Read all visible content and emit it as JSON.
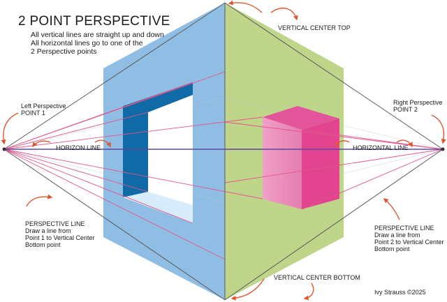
{
  "title": "2 POINT PERSPECTIVE",
  "subtitle_lines": [
    "All vertical lines are straight up and down",
    "All horizontal lines go to one of the",
    "2 Perspective points"
  ],
  "labels": {
    "vertical_center_top": "VERTICAL CENTER TOP",
    "vertical_center_bottom": "VERTICAL CENTER BOTTOM",
    "left_point": [
      "Left Perspective",
      "POINT 1"
    ],
    "right_point": [
      "Right Perspective",
      "POINT 2"
    ],
    "horizon_line": "HORIZON LINE",
    "horizontal_line": "HORIZONTAL LINE",
    "perspective_line_left": [
      "PERSPECTIVE LINE",
      "Draw a line from",
      "Point 1 to Vertical Center",
      "Bottom point"
    ],
    "perspective_line_right": [
      "PERSPECTIVE LINE",
      "Draw a line from",
      "Point 2 to Vertical Center",
      "Bottom point"
    ],
    "credit": "Ivy Strauss ©2025"
  },
  "colors": {
    "left_wall": "#8fbde3",
    "right_wall": "#bfd58a",
    "window_dark": "#0f6aa6",
    "window_light": "#d8ecfb",
    "box_front": "#e884b4",
    "box_side": "#e24490",
    "box_top": "#e2559a",
    "perspective_lines": "#e3558e",
    "arrows": "#e0562e",
    "outline": "#555555"
  }
}
